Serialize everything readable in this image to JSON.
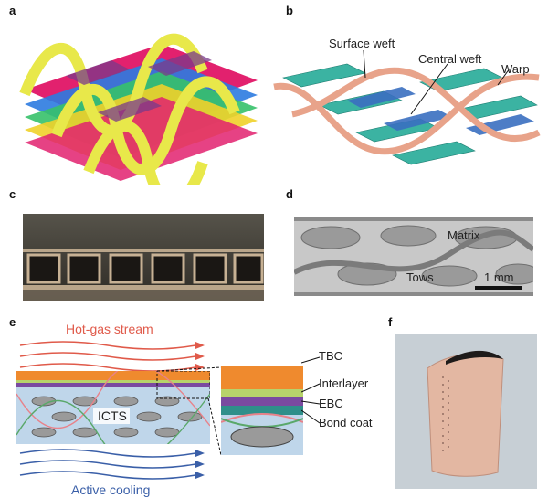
{
  "panels": {
    "a": {
      "letter": "a"
    },
    "b": {
      "letter": "b",
      "labels": {
        "surface_weft": "Surface weft",
        "central_weft": "Central weft",
        "warp": "Warp"
      }
    },
    "c": {
      "letter": "c"
    },
    "d": {
      "letter": "d",
      "labels": {
        "matrix": "Matrix",
        "tows": "Tows",
        "scale": "1 mm"
      }
    },
    "e": {
      "letter": "e",
      "labels": {
        "hot_gas": "Hot-gas stream",
        "icts": "ICTS",
        "active_cooling": "Active cooling"
      },
      "layers": [
        "TBC",
        "Interlayer",
        "EBC",
        "Bond coat"
      ]
    },
    "f": {
      "letter": "f"
    }
  },
  "colors": {
    "hot": "#e05a4a",
    "cool": "#3a5fa8",
    "tbc": "#ef8a2e",
    "interlayer": "#b7d36b",
    "ebc": "#7a4aa0",
    "bondcoat": "#2f8f8a",
    "teal": "#2aa69a",
    "salmon": "#e8a38a"
  }
}
